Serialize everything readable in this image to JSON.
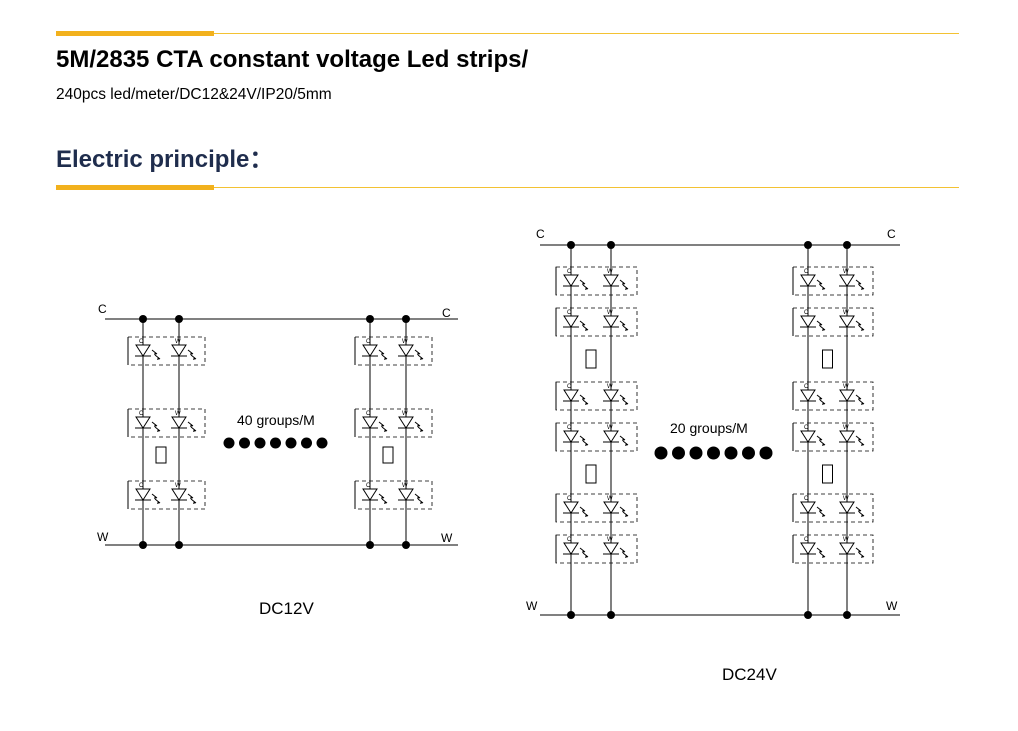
{
  "header": {
    "title": "5M/2835 CTA constant voltage Led strips/",
    "subtitle": "240pcs led/meter/DC12&24V/IP20/5mm",
    "section_title": "Electric principle："
  },
  "colors": {
    "accent": "#f2b11d",
    "rule": "#f3c233",
    "section_title": "#1f2d4d"
  },
  "diagrams": [
    {
      "terminal_c": "C",
      "terminal_c_right": "C",
      "terminal_w": "W",
      "terminal_w_right": "W",
      "groups_label": "40 groups/M",
      "caption": "DC12V",
      "led_c": "C",
      "led_w": "W"
    },
    {
      "terminal_c": "C",
      "terminal_c_right": "C",
      "terminal_w": "W",
      "terminal_w_right": "W",
      "groups_label": "20 groups/M",
      "caption": "DC24V",
      "led_c": "C",
      "led_w": "W"
    }
  ]
}
